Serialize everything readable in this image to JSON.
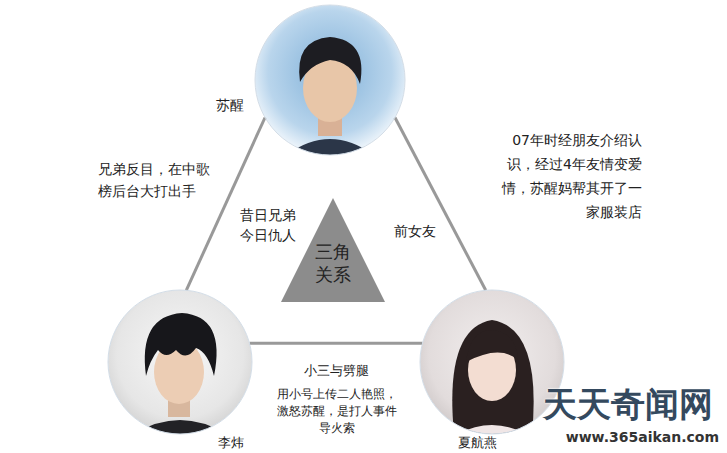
{
  "diagram": {
    "nodes": [
      {
        "text": [
          "苏醒"
        ]
      },
      {
        "text": [
          "三角 关系"
        ]
      },
      {
        "text": [
          "李炜"
        ]
      },
      {
        "text": [
          "夏航燕"
        ]
      }
    ],
    "edges": [
      {
        "from": 0,
        "to": 2,
        "arrow": "none",
        "label": "昔日兄弟 今日仇人"
      },
      {
        "from": 0,
        "to": 3,
        "arrow": "none",
        "label": "前女友"
      },
      {
        "from": 2,
        "to": 3,
        "arrow": "none",
        "label": "小三与劈腿"
      }
    ],
    "labels": [
      "兄弟反目，在中歌榜后台大打出手",
      "07年时经朋友介绍认识，经过4年友情变爱情，苏醒妈帮其开了一家服装店",
      "用小号上传二人艳照，激怒苏醒，是打人事件导火索",
      "天天奇闻网",
      "www.365aikan.com"
    ]
  }
}
